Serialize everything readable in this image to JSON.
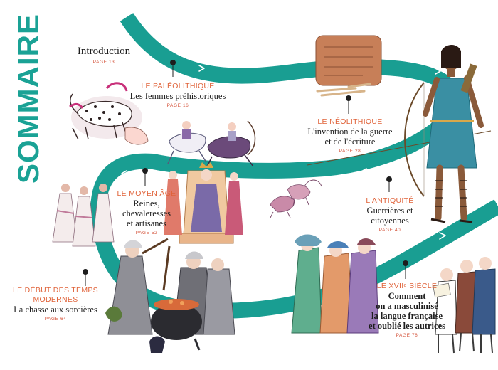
{
  "sommaire": {
    "title": "SOMMAIRE"
  },
  "colors": {
    "path": "#199e92",
    "accent": "#e0633a",
    "title": "#1aa295",
    "text": "#1d1d1d"
  },
  "entries": [
    {
      "id": "introduction",
      "era": "",
      "topic": "Introduction",
      "page": "PAGE 13"
    },
    {
      "id": "paleolithique",
      "era": "LE PALÉOLITHIQUE",
      "topic": "Les femmes préhistoriques",
      "page": "PAGE 16"
    },
    {
      "id": "neolithique",
      "era": "LE NÉOLITHIQUE",
      "topic": "L'invention de la guerre\net de l'écriture",
      "page": "PAGE 28"
    },
    {
      "id": "antiquite",
      "era": "L'ANTIQUITÉ",
      "topic": "Guerrières et\ncitoyennes",
      "page": "PAGE 40"
    },
    {
      "id": "moyen-age",
      "era": "LE MOYEN ÂGE",
      "topic": "Reines,\nchevaleresses\net artisanes",
      "page": "PAGE 52"
    },
    {
      "id": "debut-temps-modernes",
      "era": "LE DÉBUT DES TEMPS\nMODERNES",
      "topic": "La chasse aux sorcières",
      "page": "PAGE 64"
    },
    {
      "id": "xviie",
      "era_prefix": "LE XVII",
      "era_sup": "e",
      "era_suffix": " SIÈCLE",
      "topic": "Comment\non a masculinisé\nla langue française\net oublié les autrices",
      "page": "PAGE 76"
    }
  ],
  "illustrations": [
    "cave-painting-illustration",
    "horse-archers-illustration",
    "clay-tablet-illustration",
    "warrior-woman-archer-illustration",
    "goddesses-procession-illustration",
    "queen-on-throne-illustration",
    "rams-and-dogs-illustration",
    "witches-cauldron-illustration",
    "courtiers-group-illustration",
    "men-reading-illustration"
  ]
}
